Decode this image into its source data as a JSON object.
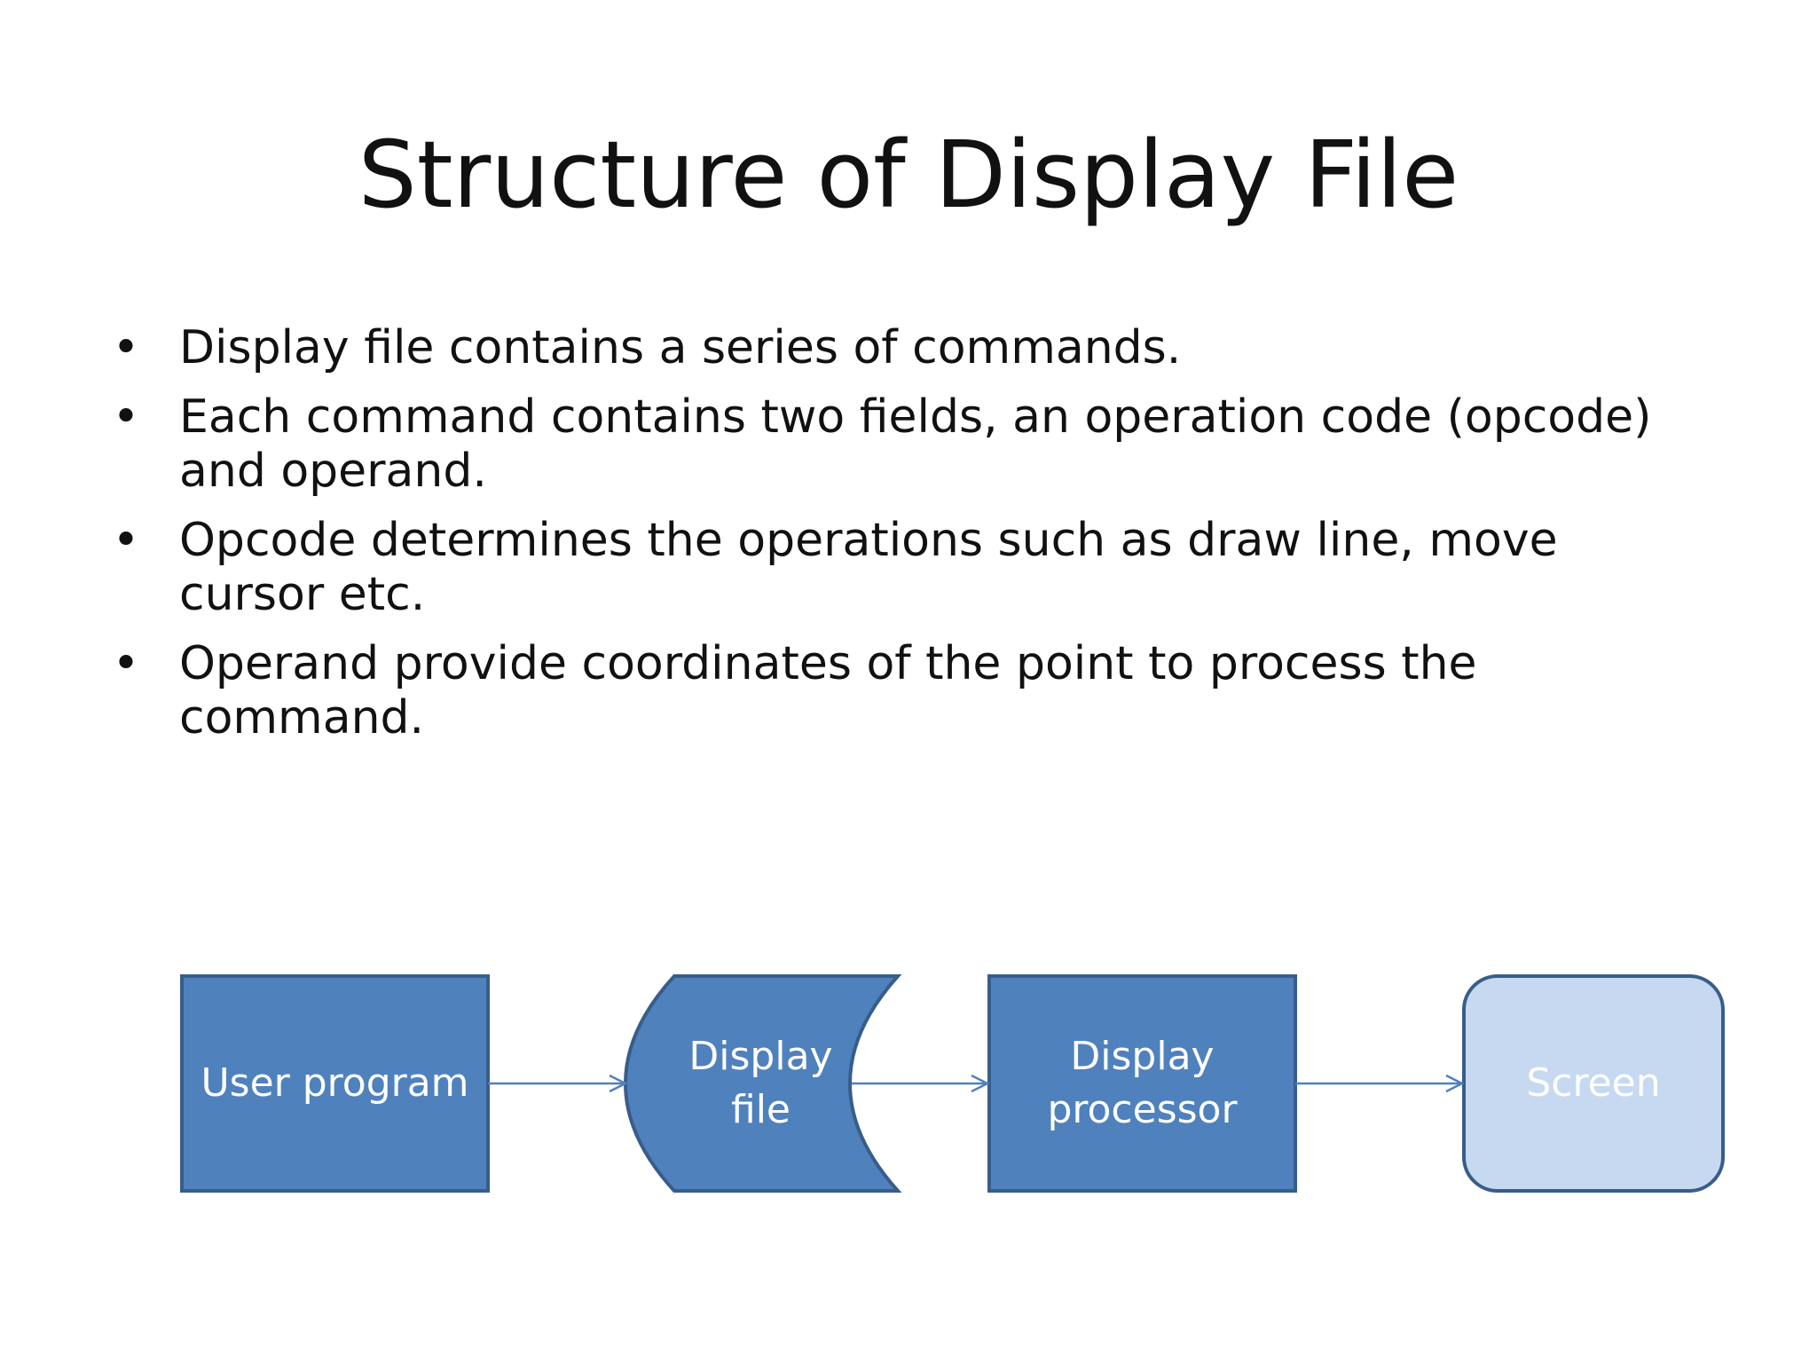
{
  "slide": {
    "title": "Structure of Display File",
    "bullets": [
      {
        "marker": "•",
        "text": "Display file contains a series of commands."
      },
      {
        "marker": "•",
        "text": "Each command contains two fields, an operation code (opcode) and operand."
      },
      {
        "marker": "•",
        "text": "Opcode determines the operations such as draw line, move cursor etc."
      },
      {
        "marker": "•",
        "text": "Operand provide coordinates of the point to process the command."
      }
    ]
  },
  "diagram": {
    "nodes": [
      {
        "id": "user-program",
        "shape": "rectangle",
        "label": "User program",
        "fill": "#4F81BD",
        "stroke": "#385D8A",
        "text_color": "#FFFFFF"
      },
      {
        "id": "display-file",
        "shape": "stored-data",
        "label_lines": [
          "Display",
          "file"
        ],
        "fill": "#4F81BD",
        "stroke": "#385D8A",
        "text_color": "#FFFFFF"
      },
      {
        "id": "display-processor",
        "shape": "rectangle",
        "label_lines": [
          "Display",
          "processor"
        ],
        "fill": "#4F81BD",
        "stroke": "#385D8A",
        "text_color": "#FFFFFF"
      },
      {
        "id": "screen",
        "shape": "rounded-rectangle",
        "label": "Screen",
        "fill": "#C6D9F1",
        "stroke": "#385D8A",
        "text_color": "#FFFFFF"
      }
    ],
    "edges": [
      {
        "from": "user-program",
        "to": "display-file"
      },
      {
        "from": "display-file",
        "to": "display-processor"
      },
      {
        "from": "display-processor",
        "to": "screen"
      }
    ],
    "arrow_color": "#4F81BD"
  }
}
